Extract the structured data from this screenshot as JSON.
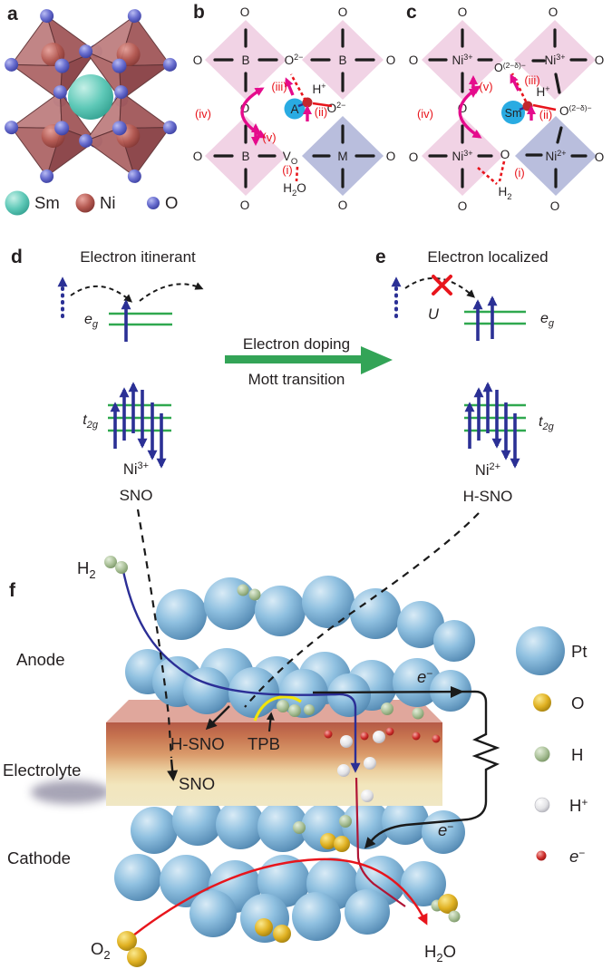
{
  "colors": {
    "magenta_arrow": "#e50b8c",
    "red_accent": "#e8151c",
    "cyan_ion": "#29abe2",
    "pink_octahedron": "#f1d3e5",
    "blue_octahedron": "#b9bedd",
    "green_level": "#2fa84f",
    "green_transition_arrow": "#33a457",
    "blue_spin": "#2b3095",
    "pt_sphere": "#7fb2d8",
    "o_sphere": "#e0b122",
    "h_sphere": "#a9c097",
    "hplus_sphere": "#e3e3e6",
    "electron_sphere": "#cc2a28",
    "sm_sphere": "#5fc9b8",
    "ni_sphere": "#b55a52",
    "o_lattice_sphere": "#6a6fd0",
    "tpb_line": "#f2e50a",
    "h2_path_blue": "#2b2e96",
    "o2_path_red": "#e8151c",
    "wire_black": "#1a1a1a"
  },
  "atoms": {
    "o": "O",
    "sm": "Sm",
    "ni": "Ni",
    "h": "H",
    "pt": "Pt",
    "b_site": "B",
    "m_site": "M",
    "a_site": "A",
    "v": "V",
    "e": "e",
    "sup_2minus": "2−",
    "sup_3plus": "3+",
    "sup_2plus": "2+",
    "sup_plus": "+",
    "sup_minus": "−",
    "sup_2delta": "(2−δ)−",
    "sub_2": "2",
    "sub_o": "O"
  },
  "arrows": {
    "i": "(i)",
    "ii": "(ii)",
    "iii": "(iii)",
    "iv": "(iv)",
    "v": "(v)"
  },
  "orbitals": {
    "eg_base": "e",
    "eg_sub": "g",
    "t2g_base": "t",
    "t2g_sub": "2g"
  },
  "panel_a": {
    "label": "a"
  },
  "panel_b": {
    "label": "b"
  },
  "panel_c": {
    "label": "c"
  },
  "panel_d": {
    "label": "d",
    "title": "Electron itinerant",
    "material": "SNO"
  },
  "panel_e": {
    "label": "e",
    "title": "Electron localized",
    "hubbard_u": "U",
    "material": "H-SNO"
  },
  "transition": {
    "line1": "Electron doping",
    "line2": "Mott transition"
  },
  "panel_f": {
    "label": "f",
    "anode": "Anode",
    "electrolyte": "Electrolyte",
    "cathode": "Cathode",
    "hsno": "H-SNO",
    "tpb": "TPB",
    "sno": "SNO"
  }
}
